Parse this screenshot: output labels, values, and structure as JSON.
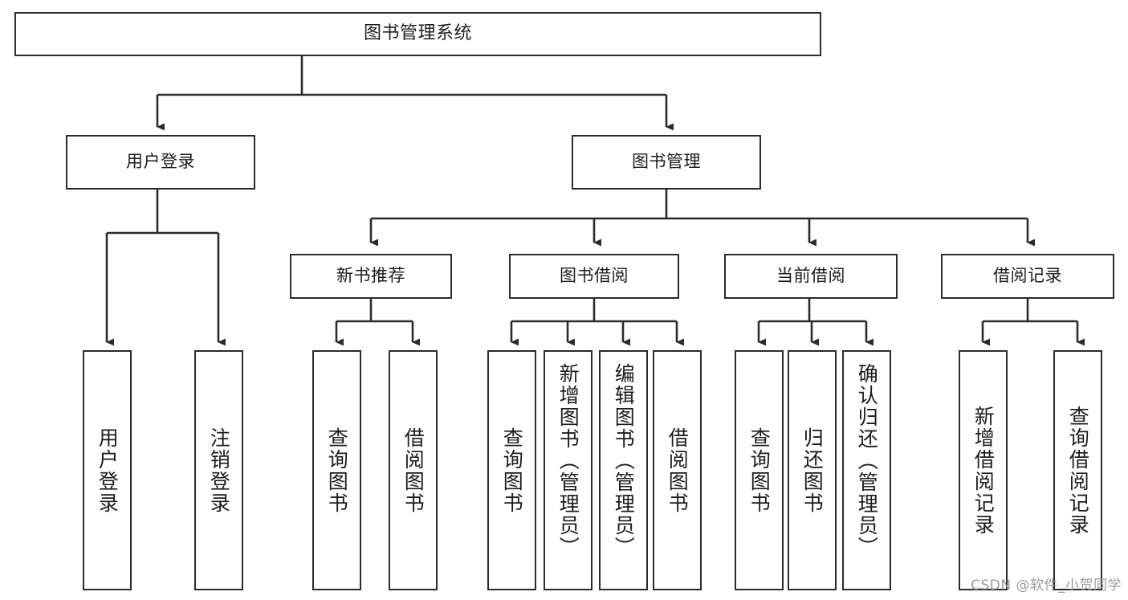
{
  "diagram": {
    "title": "图书管理系统",
    "type": "tree-hierarchy",
    "watermark": "CSDN @软件_小贺同学",
    "colors": {
      "stroke": "#2b2b2b",
      "fill": "#ffffff",
      "text": "#1c1c1c",
      "watermark": "#9a9a9a"
    },
    "nodes": {
      "root": {
        "label": "图书管理系统"
      },
      "level2": [
        {
          "label": "用户登录"
        },
        {
          "label": "图书管理"
        }
      ],
      "level3": [
        {
          "label": "新书推荐"
        },
        {
          "label": "图书借阅"
        },
        {
          "label": "当前借阅"
        },
        {
          "label": "借阅记录"
        }
      ],
      "leaves": {
        "user_login": [
          {
            "label": "用户登录"
          },
          {
            "label": "注销登录"
          }
        ],
        "new_book_recommend": [
          {
            "label": "查询图书"
          },
          {
            "label": "借阅图书"
          }
        ],
        "book_borrow": [
          {
            "label": "查询图书"
          },
          {
            "label": "新增图书（管理员）"
          },
          {
            "label": "编辑图书（管理员）"
          },
          {
            "label": "借阅图书"
          }
        ],
        "current_borrow": [
          {
            "label": "查询图书"
          },
          {
            "label": "归还图书"
          },
          {
            "label": "确认归还（管理员）"
          }
        ],
        "borrow_record": [
          {
            "label": "新增借阅记录"
          },
          {
            "label": "查询借阅记录"
          }
        ]
      }
    }
  }
}
